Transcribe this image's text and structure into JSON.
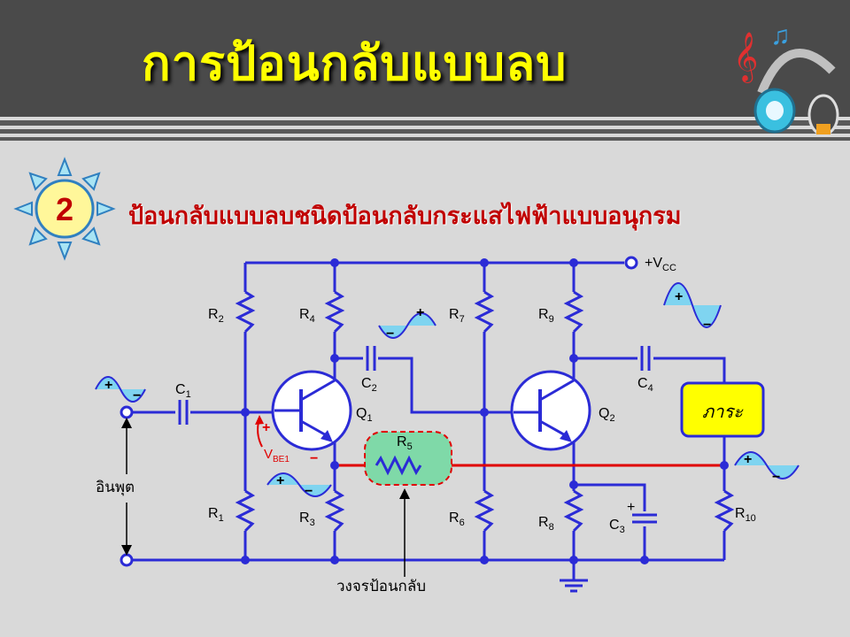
{
  "title": "การป้อนกลับแบบลบ",
  "badge_number": "2",
  "subtitle": "ป้อนกลับแบบลบชนิดป้อนกลับกระแสไฟฟ้าแบบอนุกรม",
  "circuit": {
    "vcc_label": "+V",
    "vcc_sub": "CC",
    "input_label": "อินพุต",
    "feedback_label": "วงจรป้อนกลับ",
    "load_label": "ภาระ",
    "vbe_label": "V",
    "vbe_sub": "BE1",
    "components": {
      "r1": {
        "main": "R",
        "sub": "1"
      },
      "r2": {
        "main": "R",
        "sub": "2"
      },
      "r3": {
        "main": "R",
        "sub": "3"
      },
      "r4": {
        "main": "R",
        "sub": "4"
      },
      "r5": {
        "main": "R",
        "sub": "5"
      },
      "r6": {
        "main": "R",
        "sub": "6"
      },
      "r7": {
        "main": "R",
        "sub": "7"
      },
      "r8": {
        "main": "R",
        "sub": "8"
      },
      "r9": {
        "main": "R",
        "sub": "9"
      },
      "r10": {
        "main": "R",
        "sub": "10"
      },
      "c1": {
        "main": "C",
        "sub": "1"
      },
      "c2": {
        "main": "C",
        "sub": "2"
      },
      "c3": {
        "main": "C",
        "sub": "3"
      },
      "c4": {
        "main": "C",
        "sub": "4"
      },
      "q1": {
        "main": "Q",
        "sub": "1"
      },
      "q2": {
        "main": "Q",
        "sub": "2"
      }
    },
    "plus": "+",
    "minus": "−"
  },
  "colors": {
    "title": "#ffff00",
    "subtitle": "#c00000",
    "wire": "#2b2bd6",
    "feedback_wire": "#e00000",
    "load_fill": "#ffff00",
    "r5_highlight": "#7fd9a8",
    "wave_fill": "#7fd4f0"
  }
}
